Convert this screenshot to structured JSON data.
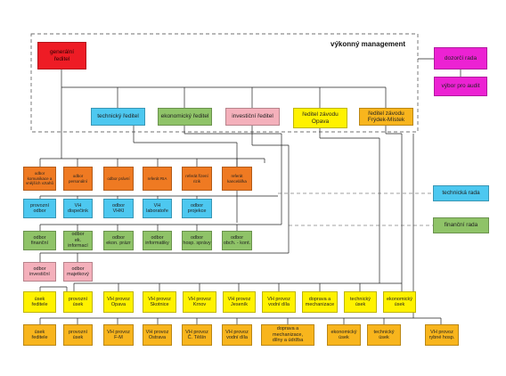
{
  "exec_label": "výkonný management",
  "top": {
    "general_director": "generální\nředitel",
    "supervisory_board": "dozorčí rada",
    "audit_committee": "výbor pro audit"
  },
  "directors": {
    "technical": "technický ředitel",
    "economic": "ekonomický ředitel",
    "investment": "investiční ředitel",
    "opava": "ředitel závodu\nOpava",
    "frydek": "ředitel závodu\nFrýdek-Místek"
  },
  "side": {
    "technical_board": "technická rada",
    "financial_board": "finanční rada"
  },
  "orange_row": [
    "odbor\nkomunikace a\nvnějších vztahů",
    "odbor\npersonální",
    "odbor právní",
    "referát RIA",
    "referát řízení\nrizik",
    "referát\nkancelářka"
  ],
  "cyan_row": [
    "provozní\nodbor",
    "VH\ndispečink",
    "odbor\nVHKI",
    "VH\nlaboratoře",
    "odbor\nprojekce"
  ],
  "green_row": [
    "odbor\nfinanční",
    "odbor\nek. informací",
    "odbor\nekon. prázr",
    "odbor\ninformatiky",
    "odbor\nhosp. správy",
    "odbor\nobch. - kont."
  ],
  "pink_row": [
    "odbor\ninvestiční",
    "odbor\nmajetkový"
  ],
  "yellow_row": [
    "úsek\nředitele",
    "provozní\núsek",
    "VH provoz\nOpava",
    "VH provoz\nSkotnice",
    "VH provoz\nKrnov",
    "VH provoz\nJeseník",
    "VH provoz\nvodní díla",
    "doprava a\nmechanizace",
    "technický\núsek",
    "ekonomický\núsek"
  ],
  "gold_row": [
    "úsek\nředitele",
    "provozní\núsek",
    "VH provoz\nF-M",
    "VH provoz\nOstrava",
    "VH provoz\nČ. Těšín",
    "VH provoz\nvodní díla",
    "doprava a mechanizace,\ndílny a údržba",
    "ekonomický\núsek",
    "technický\núsek",
    "VH provoz\nrybné hosp."
  ],
  "colors": {
    "red": "#ee1c25",
    "magenta": "#ec22d3",
    "cyan": "#4dc8f0",
    "green": "#8fc368",
    "pink": "#f4b0bb",
    "yellow": "#fff200",
    "gold": "#f8b51d",
    "orange": "#ef7a22"
  }
}
